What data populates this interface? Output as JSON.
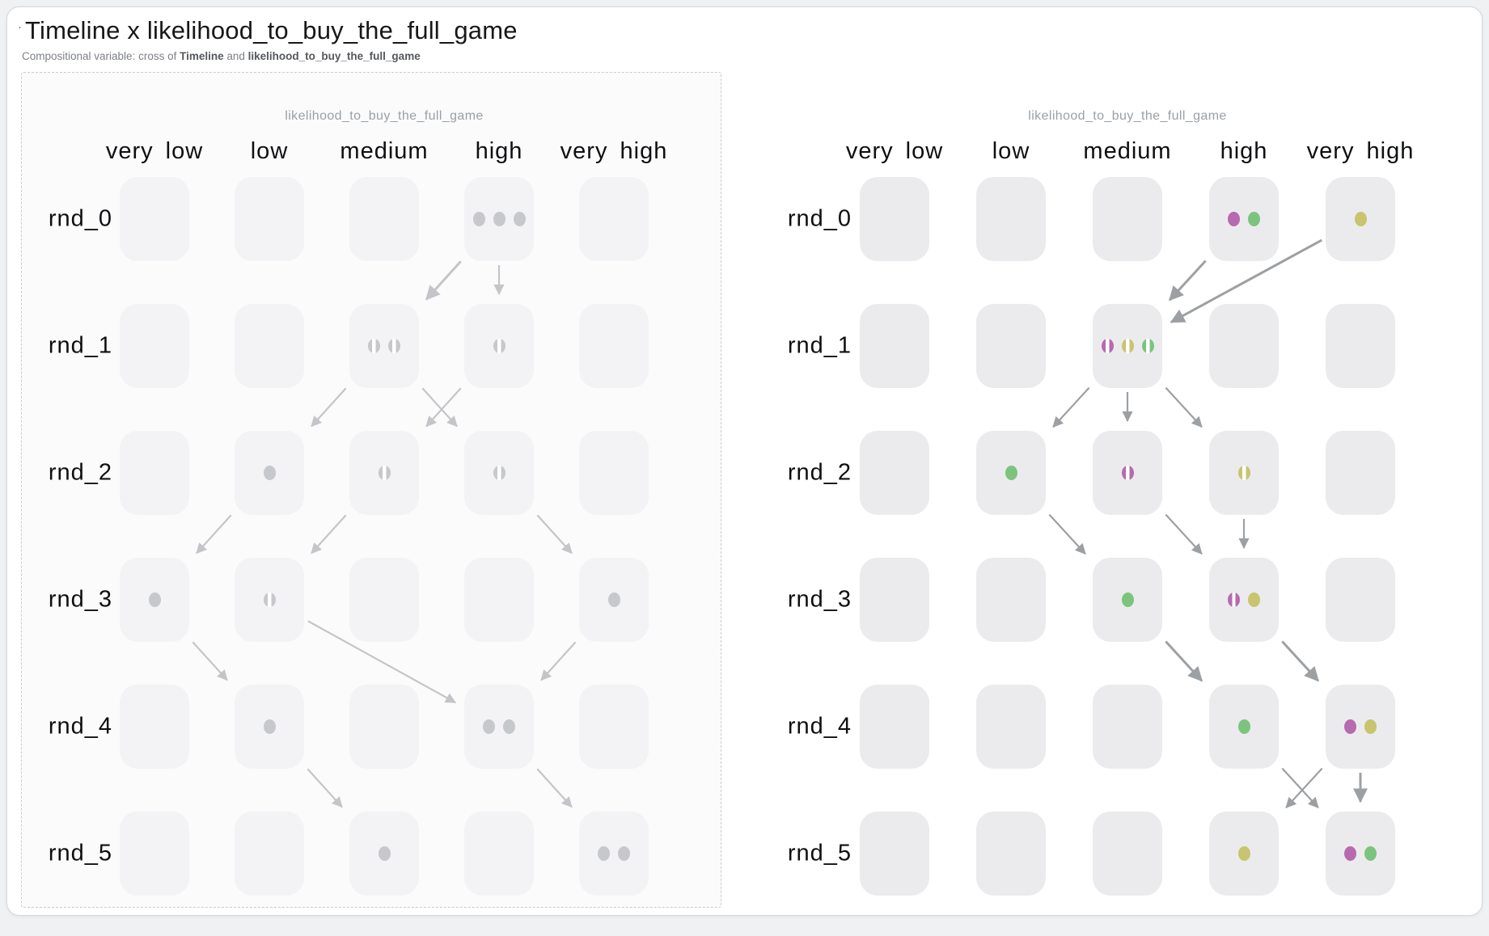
{
  "title": {
    "mark": "·",
    "text": "Timeline x likelihood_to_buy_the_full_game"
  },
  "subtitle": {
    "prefix": "Compositional variable: cross of ",
    "var1": "Timeline",
    "connector": " and ",
    "var2": "likelihood_to_buy_the_full_game"
  },
  "axis": {
    "columns": [
      "very low",
      "low",
      "medium",
      "high",
      "very high"
    ],
    "rows": [
      "rnd_0",
      "rnd_1",
      "rnd_2",
      "rnd_3",
      "rnd_4",
      "rnd_5"
    ]
  },
  "colors": {
    "purple": "#b76ab0",
    "green": "#7cc47e",
    "yellow": "#c8c46f",
    "gray": "#c7c8cb",
    "split_gap": "#ffffff"
  },
  "chart_data": {
    "type": "heatmap",
    "title": "Timeline x likelihood_to_buy_the_full_game",
    "xlabel": "likelihood_to_buy_the_full_game",
    "ylabel": "Timeline",
    "categories_x": [
      "very low",
      "low",
      "medium",
      "high",
      "very high"
    ],
    "categories_y": [
      "rnd_0",
      "rnd_1",
      "rnd_2",
      "rnd_3",
      "rnd_4",
      "rnd_5"
    ],
    "series": [
      {
        "name": "muted-panel-occupancy",
        "points": [
          {
            "row": "rnd_0",
            "col": "high",
            "count": 3
          },
          {
            "row": "rnd_1",
            "col": "medium",
            "count": 2
          },
          {
            "row": "rnd_1",
            "col": "high",
            "count": 1
          },
          {
            "row": "rnd_2",
            "col": "low",
            "count": 1
          },
          {
            "row": "rnd_2",
            "col": "medium",
            "count": 1
          },
          {
            "row": "rnd_2",
            "col": "high",
            "count": 1
          },
          {
            "row": "rnd_3",
            "col": "very low",
            "count": 1
          },
          {
            "row": "rnd_3",
            "col": "low",
            "count": 1
          },
          {
            "row": "rnd_3",
            "col": "very high",
            "count": 1
          },
          {
            "row": "rnd_4",
            "col": "low",
            "count": 1
          },
          {
            "row": "rnd_4",
            "col": "high",
            "count": 2
          },
          {
            "row": "rnd_5",
            "col": "medium",
            "count": 1
          },
          {
            "row": "rnd_5",
            "col": "very high",
            "count": 2
          }
        ]
      },
      {
        "name": "colored-panel-agents",
        "points": [
          {
            "row": "rnd_0",
            "col": "high",
            "agents": [
              "purple",
              "green"
            ]
          },
          {
            "row": "rnd_0",
            "col": "very high",
            "agents": [
              "yellow"
            ]
          },
          {
            "row": "rnd_1",
            "col": "medium",
            "agents": [
              "purple",
              "yellow",
              "green"
            ]
          },
          {
            "row": "rnd_2",
            "col": "low",
            "agents": [
              "green"
            ]
          },
          {
            "row": "rnd_2",
            "col": "medium",
            "agents": [
              "purple"
            ]
          },
          {
            "row": "rnd_2",
            "col": "high",
            "agents": [
              "yellow"
            ]
          },
          {
            "row": "rnd_3",
            "col": "medium",
            "agents": [
              "green"
            ]
          },
          {
            "row": "rnd_3",
            "col": "high",
            "agents": [
              "purple",
              "yellow"
            ]
          },
          {
            "row": "rnd_4",
            "col": "high",
            "agents": [
              "green"
            ]
          },
          {
            "row": "rnd_4",
            "col": "very high",
            "agents": [
              "purple",
              "yellow"
            ]
          },
          {
            "row": "rnd_5",
            "col": "high",
            "agents": [
              "yellow"
            ]
          },
          {
            "row": "rnd_5",
            "col": "very high",
            "agents": [
              "purple",
              "green"
            ]
          }
        ]
      }
    ]
  },
  "panels": [
    {
      "name": "muted",
      "faded": true,
      "header": "likelihood_to_buy_the_full_game",
      "arrow_color": "#c4c5c8",
      "cells": [
        {
          "r": 0,
          "c": 3,
          "dots": [
            {
              "k": "gray"
            },
            {
              "k": "gray"
            },
            {
              "k": "gray"
            }
          ]
        },
        {
          "r": 1,
          "c": 2,
          "dots": [
            {
              "k": "gray",
              "split": true
            },
            {
              "k": "gray",
              "split": true
            }
          ]
        },
        {
          "r": 1,
          "c": 3,
          "dots": [
            {
              "k": "gray",
              "split": true
            }
          ]
        },
        {
          "r": 2,
          "c": 1,
          "dots": [
            {
              "k": "gray"
            }
          ]
        },
        {
          "r": 2,
          "c": 2,
          "dots": [
            {
              "k": "gray",
              "split": true
            }
          ]
        },
        {
          "r": 2,
          "c": 3,
          "dots": [
            {
              "k": "gray",
              "split": true
            }
          ]
        },
        {
          "r": 3,
          "c": 0,
          "dots": [
            {
              "k": "gray"
            }
          ]
        },
        {
          "r": 3,
          "c": 1,
          "dots": [
            {
              "k": "gray",
              "split": true
            }
          ]
        },
        {
          "r": 3,
          "c": 4,
          "dots": [
            {
              "k": "gray"
            }
          ]
        },
        {
          "r": 4,
          "c": 1,
          "dots": [
            {
              "k": "gray"
            }
          ]
        },
        {
          "r": 4,
          "c": 3,
          "dots": [
            {
              "k": "gray"
            },
            {
              "k": "gray"
            }
          ]
        },
        {
          "r": 5,
          "c": 2,
          "dots": [
            {
              "k": "gray"
            }
          ]
        },
        {
          "r": 5,
          "c": 4,
          "dots": [
            {
              "k": "gray"
            },
            {
              "k": "gray"
            }
          ]
        }
      ],
      "arrows": [
        {
          "f": [
            0,
            3
          ],
          "t": [
            1,
            2
          ],
          "w": 2
        },
        {
          "f": [
            0,
            3
          ],
          "t": [
            1,
            3
          ],
          "w": 1
        },
        {
          "f": [
            1,
            2
          ],
          "t": [
            2,
            1
          ],
          "w": 1
        },
        {
          "f": [
            1,
            2
          ],
          "t": [
            2,
            3
          ],
          "w": 1
        },
        {
          "f": [
            1,
            3
          ],
          "t": [
            2,
            2
          ],
          "w": 1
        },
        {
          "f": [
            2,
            1
          ],
          "t": [
            3,
            0
          ],
          "w": 1
        },
        {
          "f": [
            2,
            2
          ],
          "t": [
            3,
            1
          ],
          "w": 1
        },
        {
          "f": [
            2,
            3
          ],
          "t": [
            3,
            4
          ],
          "w": 1
        },
        {
          "f": [
            3,
            0
          ],
          "t": [
            4,
            1
          ],
          "w": 1
        },
        {
          "f": [
            3,
            1
          ],
          "t": [
            4,
            3
          ],
          "w": 1
        },
        {
          "f": [
            3,
            4
          ],
          "t": [
            4,
            3
          ],
          "w": 1
        },
        {
          "f": [
            4,
            1
          ],
          "t": [
            5,
            2
          ],
          "w": 1
        },
        {
          "f": [
            4,
            3
          ],
          "t": [
            5,
            4
          ],
          "w": 1
        }
      ]
    },
    {
      "name": "colored",
      "faded": false,
      "header": "likelihood_to_buy_the_full_game",
      "arrow_color": "#9da0a3",
      "cells": [
        {
          "r": 0,
          "c": 3,
          "dots": [
            {
              "k": "purple"
            },
            {
              "k": "green"
            }
          ]
        },
        {
          "r": 0,
          "c": 4,
          "dots": [
            {
              "k": "yellow"
            }
          ]
        },
        {
          "r": 1,
          "c": 2,
          "dots": [
            {
              "k": "purple",
              "split": true
            },
            {
              "k": "yellow",
              "split": true
            },
            {
              "k": "green",
              "split": true
            }
          ]
        },
        {
          "r": 2,
          "c": 1,
          "dots": [
            {
              "k": "green"
            }
          ]
        },
        {
          "r": 2,
          "c": 2,
          "dots": [
            {
              "k": "purple",
              "split": true
            }
          ]
        },
        {
          "r": 2,
          "c": 3,
          "dots": [
            {
              "k": "yellow",
              "split": true
            }
          ]
        },
        {
          "r": 3,
          "c": 2,
          "dots": [
            {
              "k": "green"
            }
          ]
        },
        {
          "r": 3,
          "c": 3,
          "dots": [
            {
              "k": "purple",
              "split": true
            },
            {
              "k": "yellow"
            }
          ]
        },
        {
          "r": 4,
          "c": 3,
          "dots": [
            {
              "k": "green"
            }
          ]
        },
        {
          "r": 4,
          "c": 4,
          "dots": [
            {
              "k": "purple"
            },
            {
              "k": "yellow"
            }
          ]
        },
        {
          "r": 5,
          "c": 3,
          "dots": [
            {
              "k": "yellow"
            }
          ]
        },
        {
          "r": 5,
          "c": 4,
          "dots": [
            {
              "k": "purple"
            },
            {
              "k": "green"
            }
          ]
        }
      ],
      "arrows": [
        {
          "f": [
            0,
            3
          ],
          "t": [
            1,
            2
          ],
          "w": 2
        },
        {
          "f": [
            0,
            4
          ],
          "t": [
            1,
            2
          ],
          "w": 2
        },
        {
          "f": [
            1,
            2
          ],
          "t": [
            2,
            1
          ],
          "w": 1
        },
        {
          "f": [
            1,
            2
          ],
          "t": [
            2,
            2
          ],
          "w": 1
        },
        {
          "f": [
            1,
            2
          ],
          "t": [
            2,
            3
          ],
          "w": 1
        },
        {
          "f": [
            2,
            1
          ],
          "t": [
            3,
            2
          ],
          "w": 1
        },
        {
          "f": [
            2,
            2
          ],
          "t": [
            3,
            3
          ],
          "w": 1
        },
        {
          "f": [
            2,
            3
          ],
          "t": [
            3,
            3
          ],
          "w": 1
        },
        {
          "f": [
            3,
            2
          ],
          "t": [
            4,
            3
          ],
          "w": 2
        },
        {
          "f": [
            3,
            3
          ],
          "t": [
            4,
            4
          ],
          "w": 2
        },
        {
          "f": [
            4,
            3
          ],
          "t": [
            5,
            4
          ],
          "w": 1
        },
        {
          "f": [
            4,
            4
          ],
          "t": [
            5,
            3
          ],
          "w": 1
        },
        {
          "f": [
            4,
            4
          ],
          "t": [
            5,
            4
          ],
          "w": 2
        }
      ]
    }
  ]
}
